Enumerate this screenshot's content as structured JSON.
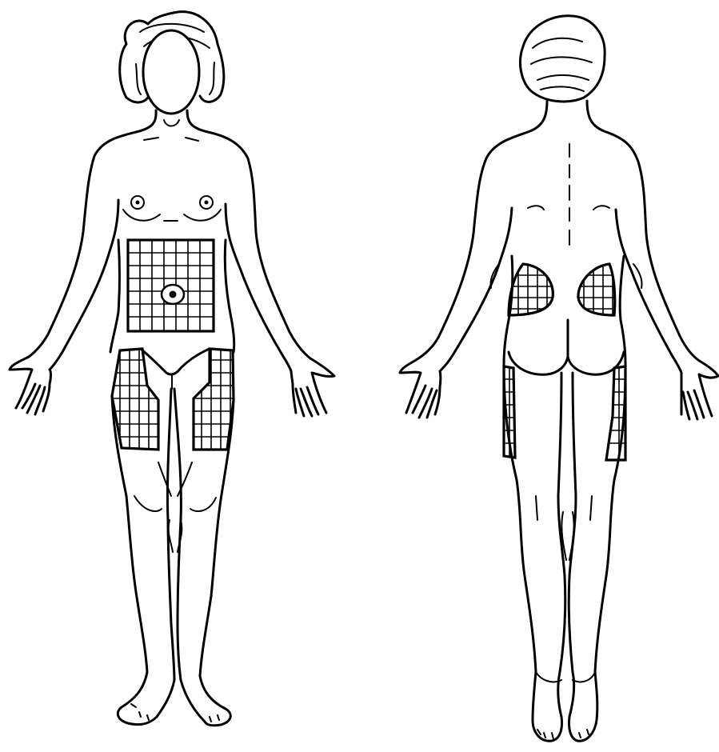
{
  "figure": {
    "views": [
      {
        "id": "front",
        "view": "anterior",
        "label": ""
      },
      {
        "id": "back",
        "view": "posterior",
        "label": ""
      }
    ],
    "marked_zones": {
      "front": [
        "abdomen",
        "left-thigh-front",
        "right-thigh-front"
      ],
      "back": [
        "left-flank-buttock",
        "right-flank-buttock",
        "left-thigh-back",
        "right-thigh-back"
      ]
    },
    "zone_pattern": "crosshatch-grid",
    "colors": {
      "line": "#000000",
      "background": "#ffffff"
    }
  }
}
